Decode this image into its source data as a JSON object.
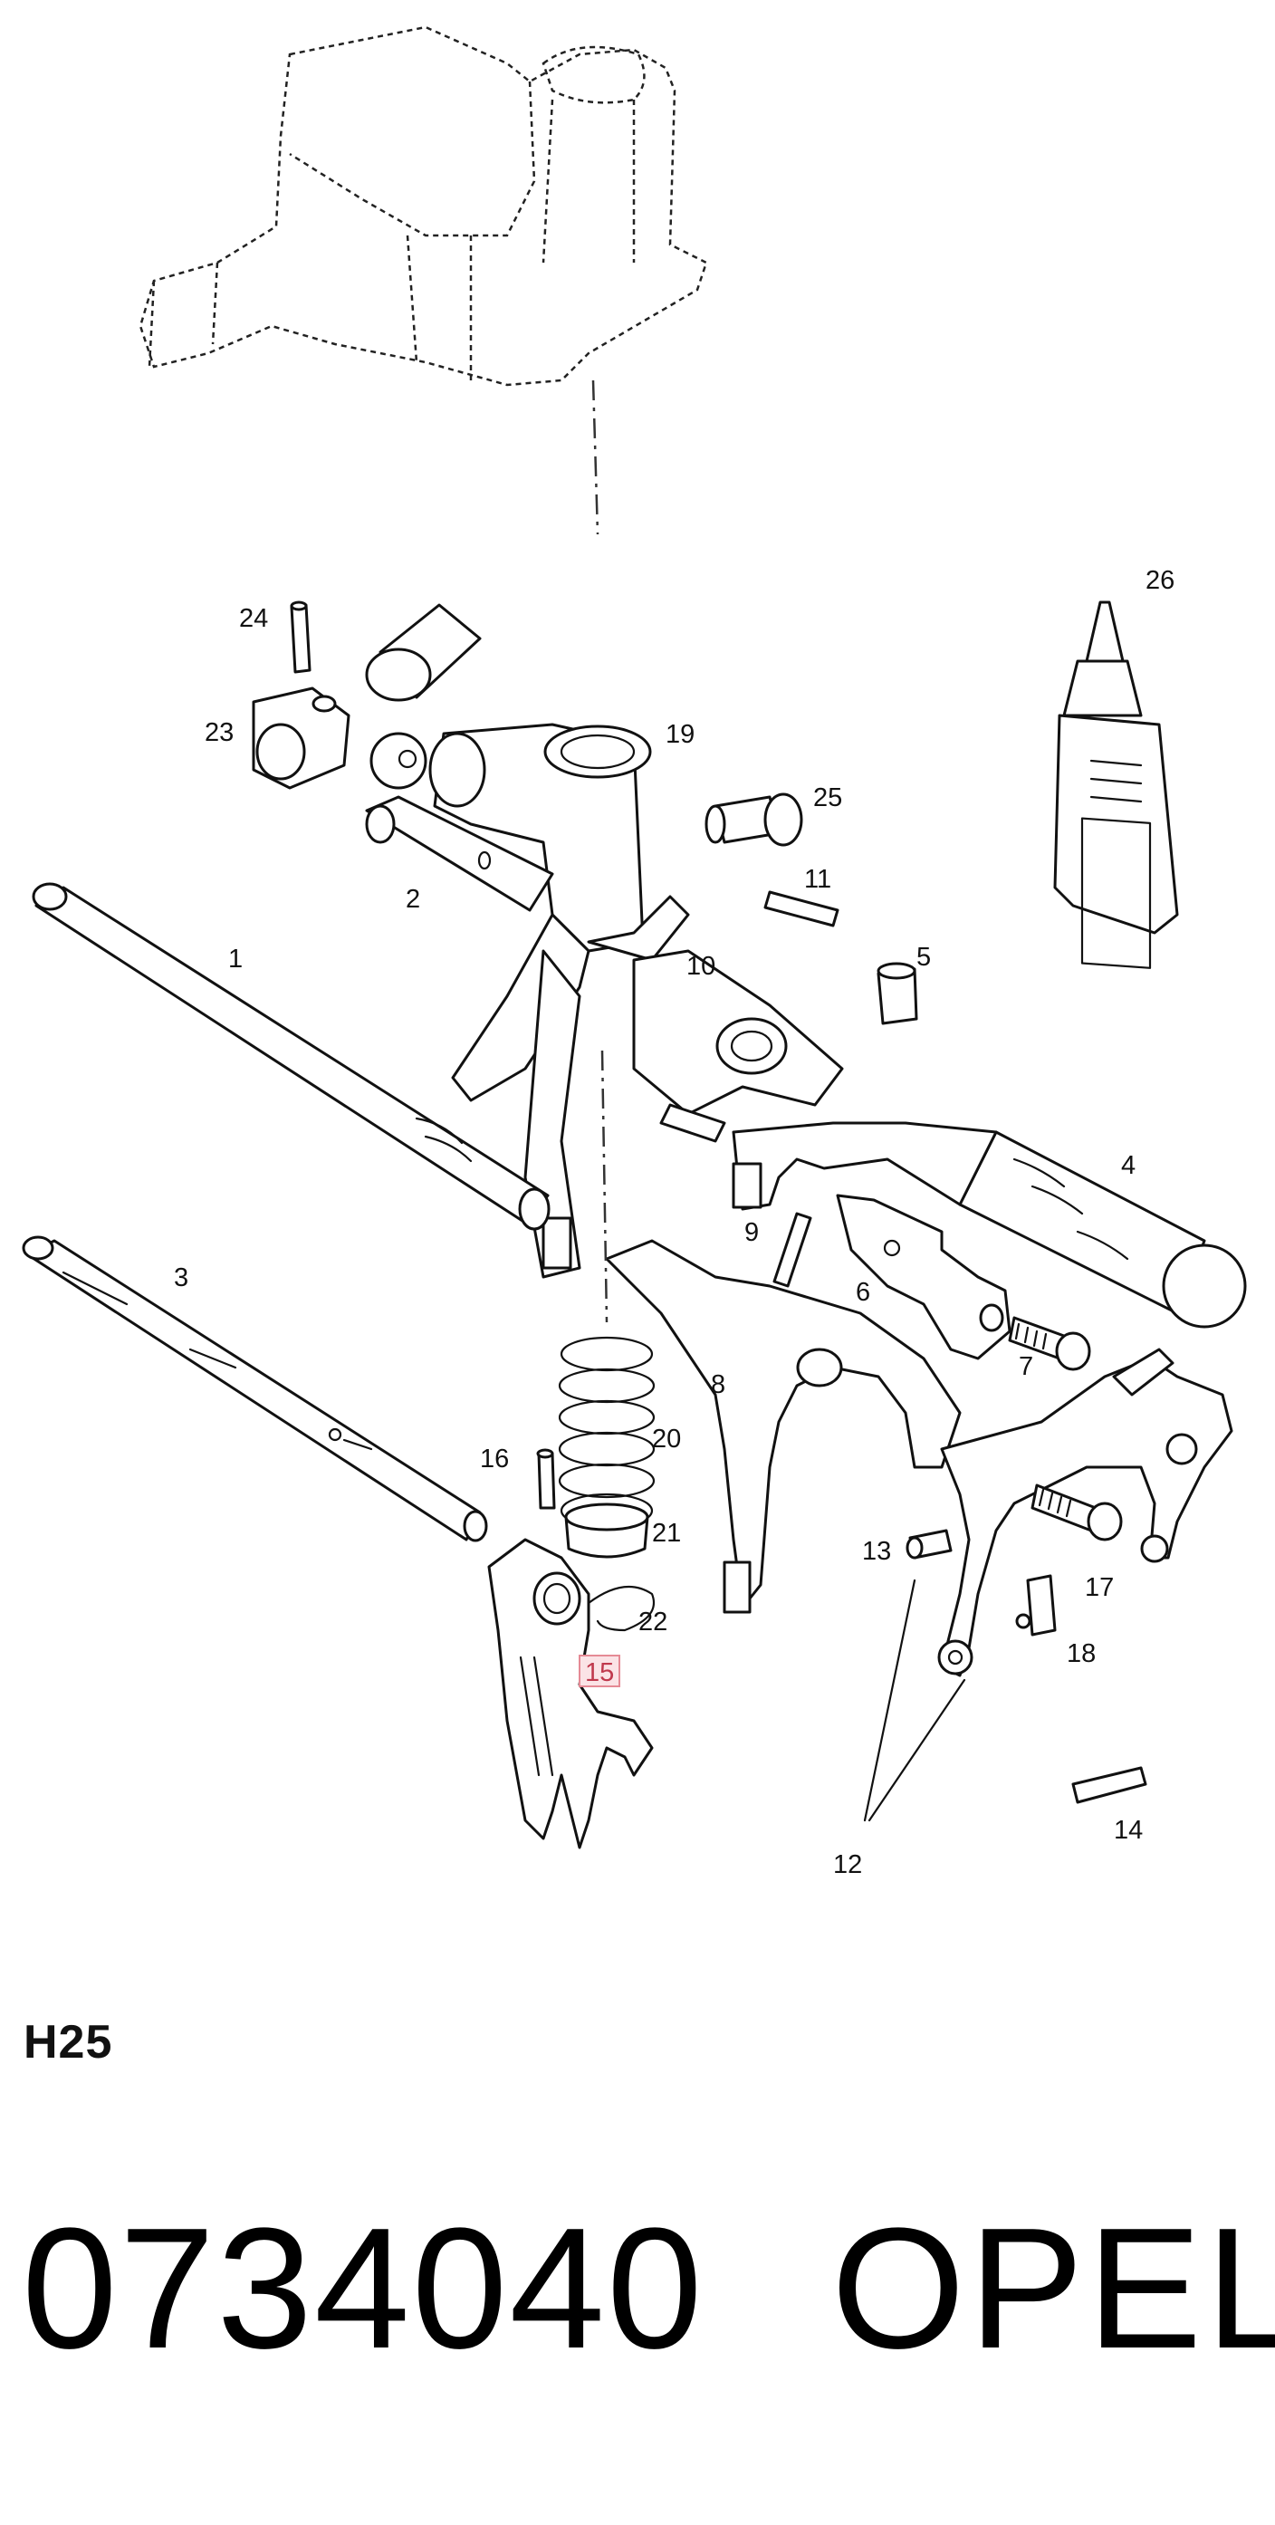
{
  "diagram": {
    "callouts": {
      "c1": "1",
      "c2": "2",
      "c3": "3",
      "c4": "4",
      "c5": "5",
      "c6": "6",
      "c7": "7",
      "c8": "8",
      "c9": "9",
      "c10": "10",
      "c11": "11",
      "c12": "12",
      "c13": "13",
      "c14": "14",
      "c15": "15",
      "c16": "16",
      "c17": "17",
      "c18": "18",
      "c19": "19",
      "c20": "20",
      "c21": "21",
      "c22": "22",
      "c23": "23",
      "c24": "24",
      "c25": "25",
      "c26": "26"
    },
    "highlighted_callout": "15",
    "highlight_color": "#e58a95"
  },
  "footer": {
    "diagram_code": "H25",
    "part_number": "0734040",
    "brand": "OPEL"
  }
}
